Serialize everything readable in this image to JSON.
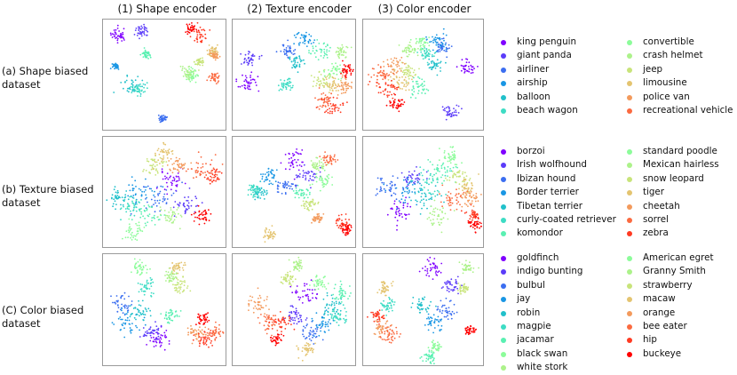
{
  "column_titles": [
    "(1) Shape encoder",
    "(2) Texture encoder",
    "(3) Color encoder"
  ],
  "row_labels": [
    [
      "(a) Shape biased",
      "dataset"
    ],
    [
      "(b) Texture biased",
      "dataset"
    ],
    [
      "(C) Color biased",
      "dataset"
    ]
  ],
  "colors": [
    "#7f00ff",
    "#5b3cf9",
    "#3b6ef0",
    "#1996e4",
    "#21c0ca",
    "#3ddcc4",
    "#5af0b2",
    "#8cfc9a",
    "#acf28a",
    "#c8e47a",
    "#e4c470",
    "#f39a5c",
    "#fb6a40",
    "#ff3a22",
    "#ff0000"
  ],
  "chart_data": {
    "type": "scatter",
    "panels": [
      {
        "row": 0,
        "col": 0,
        "clusters": [
          {
            "c": 0,
            "x": 0.13,
            "y": 0.14,
            "r": 0.06
          },
          {
            "c": 1,
            "x": 0.31,
            "y": 0.1,
            "r": 0.05
          },
          {
            "c": 2,
            "x": 0.48,
            "y": 0.88,
            "r": 0.03
          },
          {
            "c": 3,
            "x": 0.1,
            "y": 0.42,
            "r": 0.03
          },
          {
            "c": 4,
            "x": 0.24,
            "y": 0.6,
            "r": 0.08
          },
          {
            "c": 5,
            "x": 0.28,
            "y": 0.62,
            "r": 0.05
          },
          {
            "c": 6,
            "x": 0.35,
            "y": 0.31,
            "r": 0.03
          },
          {
            "c": 7,
            "x": 0.72,
            "y": 0.5,
            "r": 0.05
          },
          {
            "c": 8,
            "x": 0.68,
            "y": 0.47,
            "r": 0.05
          },
          {
            "c": 9,
            "x": 0.78,
            "y": 0.38,
            "r": 0.04
          },
          {
            "c": 10,
            "x": 0.88,
            "y": 0.27,
            "r": 0.05
          },
          {
            "c": 11,
            "x": 0.9,
            "y": 0.32,
            "r": 0.03
          },
          {
            "c": 12,
            "x": 0.9,
            "y": 0.52,
            "r": 0.04
          },
          {
            "c": 13,
            "x": 0.78,
            "y": 0.15,
            "r": 0.06
          },
          {
            "c": 14,
            "x": 0.7,
            "y": 0.08,
            "r": 0.04
          }
        ]
      },
      {
        "row": 0,
        "col": 1,
        "clusters": [
          {
            "c": 0,
            "x": 0.12,
            "y": 0.55,
            "r": 0.08
          },
          {
            "c": 1,
            "x": 0.14,
            "y": 0.35,
            "r": 0.08
          },
          {
            "c": 2,
            "x": 0.45,
            "y": 0.28,
            "r": 0.06
          },
          {
            "c": 3,
            "x": 0.58,
            "y": 0.18,
            "r": 0.06
          },
          {
            "c": 4,
            "x": 0.5,
            "y": 0.38,
            "r": 0.07
          },
          {
            "c": 5,
            "x": 0.42,
            "y": 0.58,
            "r": 0.05
          },
          {
            "c": 6,
            "x": 0.7,
            "y": 0.28,
            "r": 0.08
          },
          {
            "c": 7,
            "x": 0.82,
            "y": 0.45,
            "r": 0.07
          },
          {
            "c": 8,
            "x": 0.88,
            "y": 0.28,
            "r": 0.06
          },
          {
            "c": 9,
            "x": 0.72,
            "y": 0.55,
            "r": 0.07
          },
          {
            "c": 10,
            "x": 0.8,
            "y": 0.58,
            "r": 0.06
          },
          {
            "c": 11,
            "x": 0.9,
            "y": 0.6,
            "r": 0.06
          },
          {
            "c": 12,
            "x": 0.75,
            "y": 0.72,
            "r": 0.07
          },
          {
            "c": 13,
            "x": 0.82,
            "y": 0.78,
            "r": 0.07
          },
          {
            "c": 14,
            "x": 0.92,
            "y": 0.45,
            "r": 0.05
          }
        ]
      },
      {
        "row": 0,
        "col": 2,
        "clusters": [
          {
            "c": 0,
            "x": 0.85,
            "y": 0.43,
            "r": 0.06
          },
          {
            "c": 1,
            "x": 0.72,
            "y": 0.82,
            "r": 0.06
          },
          {
            "c": 2,
            "x": 0.65,
            "y": 0.25,
            "r": 0.06
          },
          {
            "c": 3,
            "x": 0.62,
            "y": 0.18,
            "r": 0.07
          },
          {
            "c": 4,
            "x": 0.58,
            "y": 0.4,
            "r": 0.06
          },
          {
            "c": 5,
            "x": 0.52,
            "y": 0.3,
            "r": 0.06
          },
          {
            "c": 6,
            "x": 0.45,
            "y": 0.6,
            "r": 0.07
          },
          {
            "c": 7,
            "x": 0.48,
            "y": 0.22,
            "r": 0.06
          },
          {
            "c": 8,
            "x": 0.38,
            "y": 0.28,
            "r": 0.06
          },
          {
            "c": 9,
            "x": 0.35,
            "y": 0.45,
            "r": 0.07
          },
          {
            "c": 10,
            "x": 0.3,
            "y": 0.55,
            "r": 0.07
          },
          {
            "c": 11,
            "x": 0.25,
            "y": 0.4,
            "r": 0.08
          },
          {
            "c": 12,
            "x": 0.15,
            "y": 0.5,
            "r": 0.08
          },
          {
            "c": 13,
            "x": 0.2,
            "y": 0.62,
            "r": 0.08
          },
          {
            "c": 14,
            "x": 0.28,
            "y": 0.75,
            "r": 0.06
          }
        ]
      },
      {
        "row": 1,
        "col": 0,
        "clusters": [
          {
            "c": 0,
            "x": 0.55,
            "y": 0.4,
            "r": 0.12
          },
          {
            "c": 1,
            "x": 0.68,
            "y": 0.6,
            "r": 0.1
          },
          {
            "c": 2,
            "x": 0.45,
            "y": 0.55,
            "r": 0.12
          },
          {
            "c": 3,
            "x": 0.3,
            "y": 0.5,
            "r": 0.12
          },
          {
            "c": 4,
            "x": 0.12,
            "y": 0.55,
            "r": 0.07
          },
          {
            "c": 5,
            "x": 0.22,
            "y": 0.62,
            "r": 0.1
          },
          {
            "c": 6,
            "x": 0.35,
            "y": 0.7,
            "r": 0.1
          },
          {
            "c": 7,
            "x": 0.25,
            "y": 0.85,
            "r": 0.07
          },
          {
            "c": 8,
            "x": 0.55,
            "y": 0.7,
            "r": 0.08
          },
          {
            "c": 9,
            "x": 0.4,
            "y": 0.25,
            "r": 0.08
          },
          {
            "c": 10,
            "x": 0.48,
            "y": 0.15,
            "r": 0.07
          },
          {
            "c": 11,
            "x": 0.6,
            "y": 0.25,
            "r": 0.07
          },
          {
            "c": 12,
            "x": 0.78,
            "y": 0.3,
            "r": 0.1
          },
          {
            "c": 13,
            "x": 0.88,
            "y": 0.35,
            "r": 0.08
          },
          {
            "c": 14,
            "x": 0.8,
            "y": 0.7,
            "r": 0.07
          }
        ]
      },
      {
        "row": 1,
        "col": 1,
        "clusters": [
          {
            "c": 0,
            "x": 0.48,
            "y": 0.2,
            "r": 0.09
          },
          {
            "c": 1,
            "x": 0.6,
            "y": 0.35,
            "r": 0.08
          },
          {
            "c": 2,
            "x": 0.42,
            "y": 0.45,
            "r": 0.07
          },
          {
            "c": 3,
            "x": 0.3,
            "y": 0.35,
            "r": 0.06
          },
          {
            "c": 4,
            "x": 0.22,
            "y": 0.5,
            "r": 0.06
          },
          {
            "c": 5,
            "x": 0.18,
            "y": 0.48,
            "r": 0.05
          },
          {
            "c": 6,
            "x": 0.55,
            "y": 0.5,
            "r": 0.06
          },
          {
            "c": 7,
            "x": 0.72,
            "y": 0.4,
            "r": 0.06
          },
          {
            "c": 8,
            "x": 0.68,
            "y": 0.25,
            "r": 0.06
          },
          {
            "c": 9,
            "x": 0.62,
            "y": 0.6,
            "r": 0.05
          },
          {
            "c": 10,
            "x": 0.3,
            "y": 0.88,
            "r": 0.05
          },
          {
            "c": 11,
            "x": 0.68,
            "y": 0.72,
            "r": 0.04
          },
          {
            "c": 12,
            "x": 0.78,
            "y": 0.2,
            "r": 0.05
          },
          {
            "c": 13,
            "x": 0.9,
            "y": 0.78,
            "r": 0.06
          },
          {
            "c": 14,
            "x": 0.92,
            "y": 0.82,
            "r": 0.04
          }
        ]
      },
      {
        "row": 1,
        "col": 2,
        "clusters": [
          {
            "c": 0,
            "x": 0.3,
            "y": 0.65,
            "r": 0.1
          },
          {
            "c": 1,
            "x": 0.4,
            "y": 0.35,
            "r": 0.1
          },
          {
            "c": 2,
            "x": 0.2,
            "y": 0.45,
            "r": 0.1
          },
          {
            "c": 3,
            "x": 0.35,
            "y": 0.5,
            "r": 0.12
          },
          {
            "c": 4,
            "x": 0.5,
            "y": 0.55,
            "r": 0.1
          },
          {
            "c": 5,
            "x": 0.55,
            "y": 0.4,
            "r": 0.1
          },
          {
            "c": 6,
            "x": 0.65,
            "y": 0.3,
            "r": 0.1
          },
          {
            "c": 7,
            "x": 0.72,
            "y": 0.18,
            "r": 0.07
          },
          {
            "c": 8,
            "x": 0.6,
            "y": 0.7,
            "r": 0.1
          },
          {
            "c": 9,
            "x": 0.78,
            "y": 0.35,
            "r": 0.08
          },
          {
            "c": 10,
            "x": 0.85,
            "y": 0.45,
            "r": 0.07
          },
          {
            "c": 11,
            "x": 0.88,
            "y": 0.55,
            "r": 0.07
          },
          {
            "c": 12,
            "x": 0.75,
            "y": 0.55,
            "r": 0.08
          },
          {
            "c": 13,
            "x": 0.9,
            "y": 0.7,
            "r": 0.06
          },
          {
            "c": 14,
            "x": 0.92,
            "y": 0.78,
            "r": 0.05
          }
        ]
      },
      {
        "row": 2,
        "col": 0,
        "clusters": [
          {
            "c": 0,
            "x": 0.45,
            "y": 0.75,
            "r": 0.08
          },
          {
            "c": 1,
            "x": 0.38,
            "y": 0.68,
            "r": 0.07
          },
          {
            "c": 2,
            "x": 0.15,
            "y": 0.45,
            "r": 0.08
          },
          {
            "c": 3,
            "x": 0.2,
            "y": 0.6,
            "r": 0.1
          },
          {
            "c": 4,
            "x": 0.3,
            "y": 0.5,
            "r": 0.07
          },
          {
            "c": 5,
            "x": 0.35,
            "y": 0.3,
            "r": 0.07
          },
          {
            "c": 6,
            "x": 0.55,
            "y": 0.55,
            "r": 0.06
          },
          {
            "c": 7,
            "x": 0.3,
            "y": 0.12,
            "r": 0.06
          },
          {
            "c": 8,
            "x": 0.55,
            "y": 0.2,
            "r": 0.05
          },
          {
            "c": 9,
            "x": 0.62,
            "y": 0.28,
            "r": 0.06
          },
          {
            "c": 10,
            "x": 0.6,
            "y": 0.12,
            "r": 0.05
          },
          {
            "c": 11,
            "x": 0.75,
            "y": 0.7,
            "r": 0.07
          },
          {
            "c": 12,
            "x": 0.9,
            "y": 0.7,
            "r": 0.06
          },
          {
            "c": 13,
            "x": 0.82,
            "y": 0.75,
            "r": 0.07
          },
          {
            "c": 14,
            "x": 0.8,
            "y": 0.58,
            "r": 0.05
          }
        ]
      },
      {
        "row": 2,
        "col": 1,
        "clusters": [
          {
            "c": 0,
            "x": 0.58,
            "y": 0.35,
            "r": 0.1
          },
          {
            "c": 1,
            "x": 0.5,
            "y": 0.55,
            "r": 0.08
          },
          {
            "c": 2,
            "x": 0.62,
            "y": 0.7,
            "r": 0.08
          },
          {
            "c": 3,
            "x": 0.72,
            "y": 0.6,
            "r": 0.08
          },
          {
            "c": 4,
            "x": 0.78,
            "y": 0.45,
            "r": 0.08
          },
          {
            "c": 5,
            "x": 0.85,
            "y": 0.55,
            "r": 0.07
          },
          {
            "c": 6,
            "x": 0.88,
            "y": 0.35,
            "r": 0.06
          },
          {
            "c": 7,
            "x": 0.7,
            "y": 0.25,
            "r": 0.06
          },
          {
            "c": 8,
            "x": 0.52,
            "y": 0.1,
            "r": 0.05
          },
          {
            "c": 9,
            "x": 0.45,
            "y": 0.22,
            "r": 0.06
          },
          {
            "c": 10,
            "x": 0.6,
            "y": 0.85,
            "r": 0.06
          },
          {
            "c": 11,
            "x": 0.2,
            "y": 0.45,
            "r": 0.08
          },
          {
            "c": 12,
            "x": 0.3,
            "y": 0.6,
            "r": 0.08
          },
          {
            "c": 13,
            "x": 0.4,
            "y": 0.6,
            "r": 0.07
          },
          {
            "c": 14,
            "x": 0.35,
            "y": 0.75,
            "r": 0.05
          }
        ]
      },
      {
        "row": 2,
        "col": 2,
        "clusters": [
          {
            "c": 0,
            "x": 0.58,
            "y": 0.12,
            "r": 0.07
          },
          {
            "c": 1,
            "x": 0.72,
            "y": 0.28,
            "r": 0.06
          },
          {
            "c": 2,
            "x": 0.68,
            "y": 0.5,
            "r": 0.08
          },
          {
            "c": 3,
            "x": 0.58,
            "y": 0.6,
            "r": 0.07
          },
          {
            "c": 4,
            "x": 0.48,
            "y": 0.45,
            "r": 0.06
          },
          {
            "c": 5,
            "x": 0.2,
            "y": 0.45,
            "r": 0.06
          },
          {
            "c": 6,
            "x": 0.55,
            "y": 0.9,
            "r": 0.05
          },
          {
            "c": 7,
            "x": 0.6,
            "y": 0.82,
            "r": 0.05
          },
          {
            "c": 8,
            "x": 0.85,
            "y": 0.12,
            "r": 0.05
          },
          {
            "c": 9,
            "x": 0.82,
            "y": 0.3,
            "r": 0.04
          },
          {
            "c": 10,
            "x": 0.18,
            "y": 0.3,
            "r": 0.05
          },
          {
            "c": 11,
            "x": 0.15,
            "y": 0.65,
            "r": 0.07
          },
          {
            "c": 12,
            "x": 0.22,
            "y": 0.72,
            "r": 0.07
          },
          {
            "c": 13,
            "x": 0.12,
            "y": 0.55,
            "r": 0.05
          },
          {
            "c": 14,
            "x": 0.88,
            "y": 0.68,
            "r": 0.04
          }
        ]
      }
    ]
  },
  "legends": [
    {
      "left": [
        "king penguin",
        "giant panda",
        "airliner",
        "airship",
        "balloon",
        "beach wagon"
      ],
      "right": [
        "convertible",
        "crash helmet",
        "jeep",
        "limousine",
        "police van",
        "recreational vehicle"
      ]
    },
    {
      "left": [
        "borzoi",
        "Irish wolfhound",
        "Ibizan hound",
        "Border terrier",
        "Tibetan terrier",
        "curly-coated retriever",
        "komondor"
      ],
      "right": [
        "standard poodle",
        "Mexican hairless",
        "snow leopard",
        "tiger",
        "cheetah",
        "sorrel",
        "zebra"
      ]
    },
    {
      "left": [
        "goldfinch",
        "indigo bunting",
        "bulbul",
        "jay",
        "robin",
        "magpie",
        "jacamar",
        "black swan",
        "white stork"
      ],
      "right": [
        "American egret",
        "Granny Smith",
        "strawberry",
        "macaw",
        "orange",
        "bee eater",
        "hip",
        "buckeye"
      ]
    }
  ]
}
